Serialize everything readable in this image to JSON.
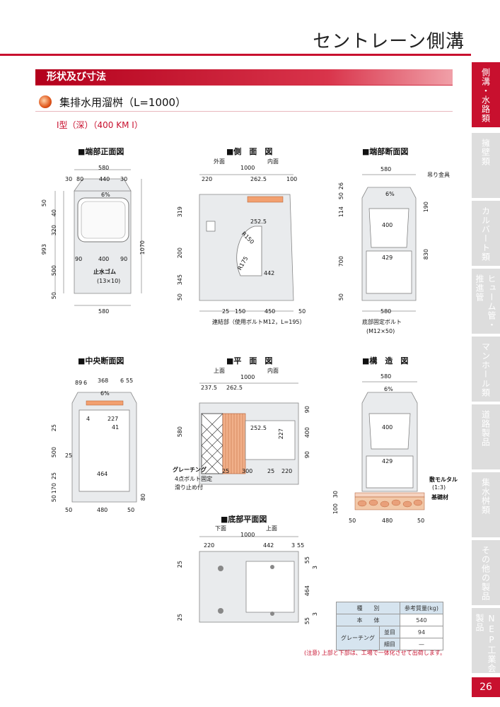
{
  "header": {
    "title": "セントレーン側溝"
  },
  "section": {
    "title": "形状及び寸法"
  },
  "subsection": {
    "title": "集排水用溜桝（L=1000）"
  },
  "type_label": "Ⅰ型（深）（400 KM Ⅰ）",
  "tabs": [
    "側溝・水路類",
    "擁壁類",
    "カルバート類",
    "ヒューム管・推進管",
    "マンホール類",
    "道路製品",
    "集水桝類",
    "その他の製品",
    "NEP工業会製品"
  ],
  "page_number": "26",
  "diagrams": {
    "end_front": {
      "title": "■端部正面図",
      "dims": [
        "580",
        "30",
        "80",
        "440",
        "30",
        "6%",
        "50",
        "40",
        "320",
        "993",
        "500",
        "90",
        "400",
        "90",
        "1070",
        "止水ゴム",
        "(13×10)",
        "50",
        "580"
      ]
    },
    "side": {
      "title": "■側　面　図",
      "outer": "外面",
      "inner": "内面",
      "dims": [
        "1000",
        "220",
        "262.5",
        "100",
        "319",
        "252.5",
        "R150",
        "R175",
        "200",
        "442",
        "345",
        "50",
        "25",
        "150",
        "450",
        "50"
      ],
      "note": "連結部（使用ボルトM12，L=195）"
    },
    "end_section": {
      "title": "■端部断面図",
      "dims": [
        "580",
        "吊り金具",
        "50",
        "26",
        "114",
        "6%",
        "190",
        "400",
        "429",
        "700",
        "830",
        "50",
        "580"
      ],
      "note1": "底部固定ボルト",
      "note2": "(M12×50)"
    },
    "center_section": {
      "title": "■中央断面図",
      "dims": [
        "89",
        "6",
        "368",
        "6",
        "55",
        "6%",
        "4",
        "227",
        "41",
        "25",
        "500",
        "25",
        "464",
        "50",
        "170",
        "25",
        "80",
        "50",
        "480",
        "50"
      ]
    },
    "plan": {
      "title": "■平　面　図",
      "top": "上面",
      "inner": "内面",
      "dims": [
        "1000",
        "237.5",
        "262.5",
        "90",
        "580",
        "252.5",
        "227",
        "400",
        "90",
        "25",
        "300",
        "25",
        "220"
      ],
      "grating": "グレーチング",
      "note1": "4点ボルト固定",
      "note2": "滑り止め付"
    },
    "structure": {
      "title": "■構　造　図",
      "dims": [
        "580",
        "6%",
        "400",
        "429",
        "30",
        "100",
        "50",
        "480",
        "50"
      ],
      "mortar": "敷モルタル",
      "mortar_note": "(1:3)",
      "base": "基礎材"
    },
    "bottom_plan": {
      "title": "■底部平面図",
      "bottom": "下面",
      "top": "上面",
      "dims": [
        "1000",
        "220",
        "442",
        "3",
        "55",
        "25",
        "55",
        "3",
        "464",
        "25",
        "55",
        "3"
      ]
    }
  },
  "weight_table": {
    "headers": [
      "種　　別",
      "参考質量(kg)"
    ],
    "rows": [
      {
        "type": "本　　体",
        "sub": "",
        "value": "540"
      },
      {
        "type": "グレーチング",
        "sub": "並目",
        "value": "94"
      },
      {
        "type": "",
        "sub": "細目",
        "value": "—"
      }
    ]
  },
  "footnote": "(注意) 上部と下部は、工場で一体化させて出荷します。"
}
